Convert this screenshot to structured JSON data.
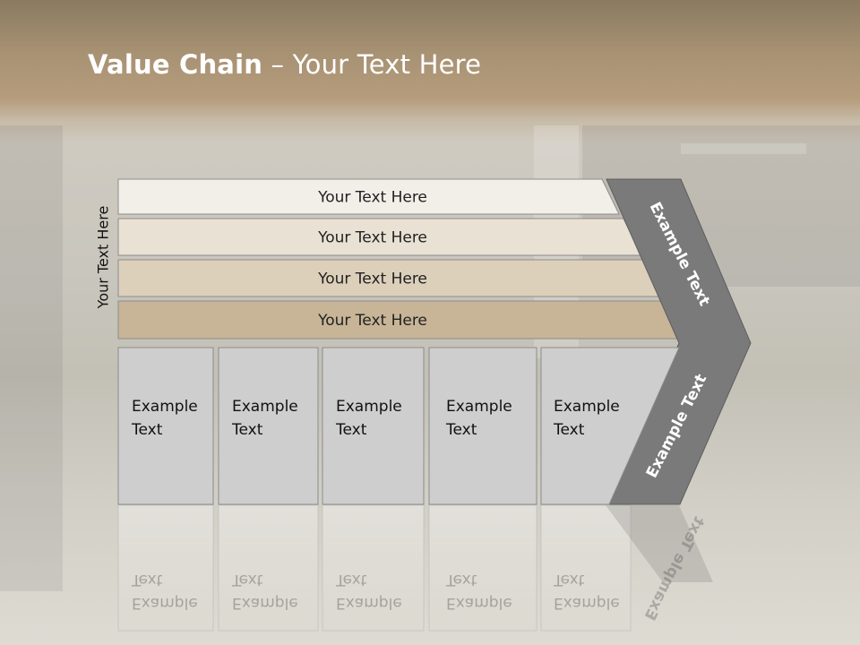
{
  "slide": {
    "title_bold": "Value Chain",
    "title_rest": " – Your Text Here",
    "vertical_label": "Your Text Here"
  },
  "rows": [
    {
      "label": "Your Text Here",
      "fill": "#f2efe9"
    },
    {
      "label": "Your Text Here",
      "fill": "#e9e1d4"
    },
    {
      "label": "Your Text Here",
      "fill": "#ddd0bb"
    },
    {
      "label": "Your Text Here",
      "fill": "#c8b597"
    }
  ],
  "chevron": {
    "upper_text": "Example Text",
    "lower_text": "Example Text",
    "fill": "#7a7a7a"
  },
  "cells": [
    {
      "line1": "Example",
      "line2": "Text"
    },
    {
      "line1": "Example",
      "line2": "Text"
    },
    {
      "line1": "Example",
      "line2": "Text"
    },
    {
      "line1": "Example",
      "line2": "Text"
    },
    {
      "line1": "Example",
      "line2": "Text"
    }
  ],
  "colors": {
    "cell_fill": "#cecece",
    "border": "#8c8c8c"
  }
}
